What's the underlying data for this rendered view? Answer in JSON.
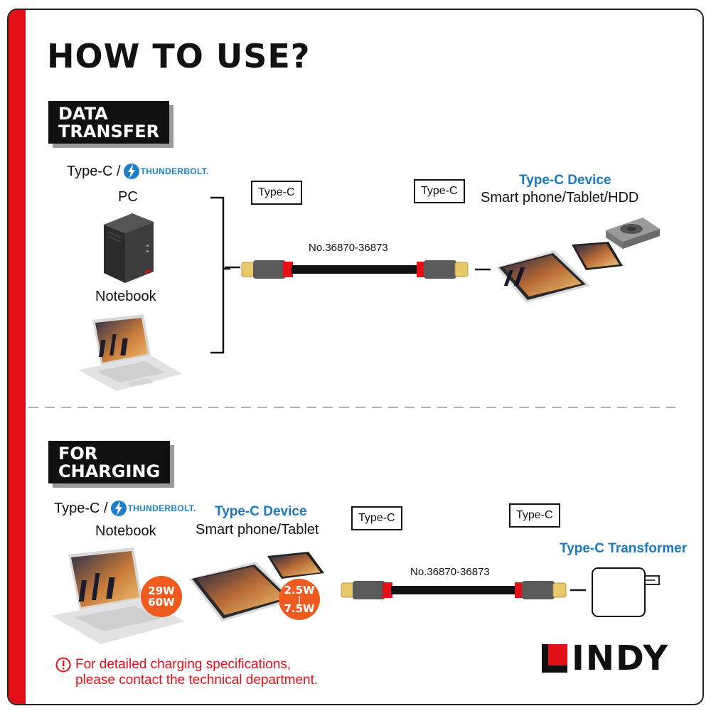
{
  "title": "HOW TO USE?",
  "data_transfer": {
    "section_label": "DATA\nTRANSFER",
    "host_type_prefix": "Type-C /",
    "thunderbolt_text": "THUNDERBOLT.",
    "pc_label": "PC",
    "notebook_label": "Notebook",
    "left_connector_label": "Type-C",
    "right_connector_label": "Type-C",
    "cable_model": "No.36870-36873",
    "device_title": "Type-C Device",
    "device_subtitle": "Smart phone/Tablet/HDD"
  },
  "charging": {
    "section_label": "FOR\nCHARGING",
    "host_type_prefix": "Type-C /",
    "thunderbolt_text": "THUNDERBOLT.",
    "notebook_label": "Notebook",
    "device_title": "Type-C Device",
    "device_subtitle": "Smart phone/Tablet",
    "notebook_power": {
      "low": "29W",
      "high": "60W"
    },
    "device_power": {
      "low": "2.5W",
      "high": "7.5W"
    },
    "left_connector_label": "Type-C",
    "right_connector_label": "Type-C",
    "cable_model": "No.36870-36873",
    "transformer_title": "Type-C Transformer"
  },
  "note": {
    "line1": "For detailed charging specifications,",
    "line2": "please contact the technical department."
  },
  "brand": "LINDY",
  "colors": {
    "accent_red": "#e3101a",
    "accent_blue": "#1a78c2",
    "badge_orange": "#ef5a1f"
  }
}
